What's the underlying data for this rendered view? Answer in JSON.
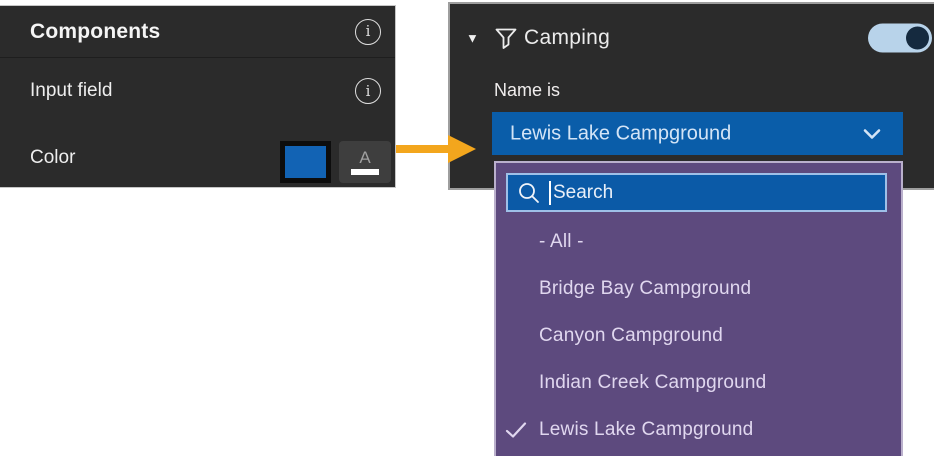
{
  "left_panel": {
    "title": "Components",
    "input_field_label": "Input field",
    "color_label": "Color",
    "info_letter": "i",
    "text_color_letter": "A",
    "swatch_color": "#1263b4"
  },
  "filter_panel": {
    "collapse_glyph": "▼",
    "title": "Camping",
    "toggle_on": true,
    "field_label": "Name is",
    "selected_value": "Lewis Lake Campground"
  },
  "dropdown": {
    "search_placeholder": "Search",
    "options": [
      {
        "label": "- All -",
        "selected": false
      },
      {
        "label": "Bridge Bay Campground",
        "selected": false
      },
      {
        "label": "Canyon Campground",
        "selected": false
      },
      {
        "label": "Indian Creek Campground",
        "selected": false
      },
      {
        "label": "Lewis Lake Campground",
        "selected": true
      }
    ]
  },
  "colors": {
    "panel_bg": "#2b2b2b",
    "accent_blue": "#0a5da9",
    "swatch_blue": "#1263b4",
    "purple_bg": "#5d4a7e",
    "purple_border": "#bab0cc",
    "search_border": "#9ec0e8",
    "toggle_track": "#b8d3ea",
    "toggle_knob": "#152a3f",
    "arrow_orange": "#f3a61d"
  }
}
